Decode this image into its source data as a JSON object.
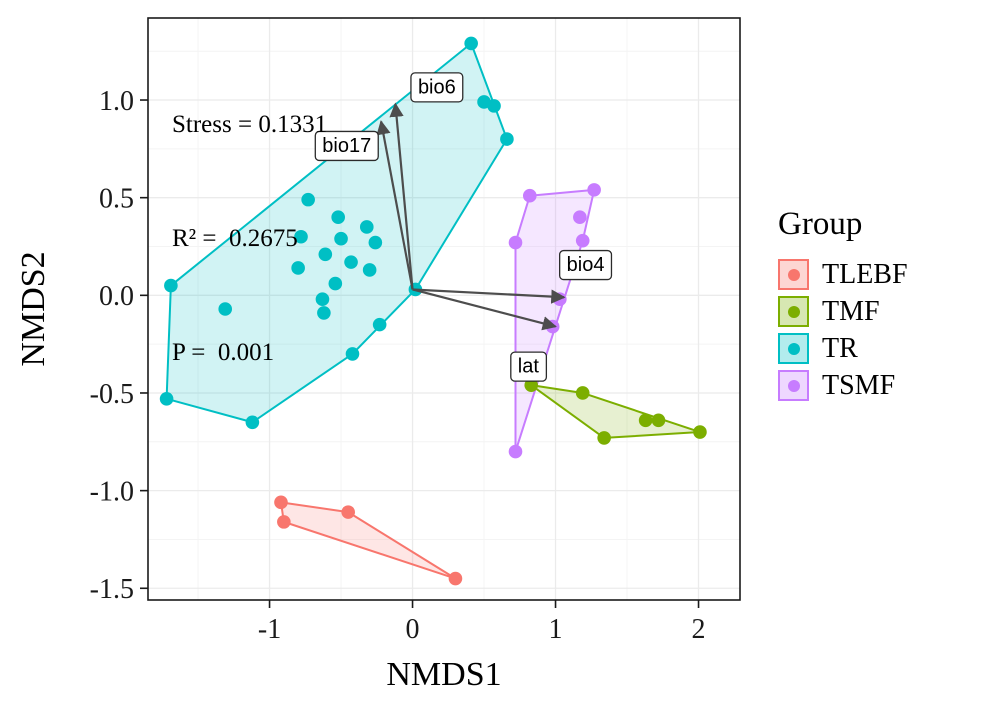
{
  "chart_data": {
    "type": "scatter",
    "title": "",
    "xlabel": "NMDS1",
    "ylabel": "NMDS2",
    "xlim": [
      -1.85,
      2.29
    ],
    "ylim": [
      -1.56,
      1.42
    ],
    "xticks": [
      -1,
      0,
      1,
      2
    ],
    "xtick_labels": [
      "-1",
      "0",
      "1",
      "2"
    ],
    "yticks": [
      -1.5,
      -1.0,
      -0.5,
      0.0,
      0.5,
      1.0
    ],
    "ytick_labels": [
      "-1.5",
      "-1.0",
      "-0.5",
      "0.0",
      "0.5",
      "1.0"
    ],
    "grid": true,
    "legend": {
      "title": "Group",
      "position": "right"
    },
    "annotations": {
      "stress": "Stress = 0.1331",
      "r2": "R² =  0.2675",
      "p": "P =  0.001"
    },
    "vector_color": "#4d4d4d",
    "vector_origin": [
      0,
      0.03
    ],
    "vectors": [
      {
        "label": "bio6",
        "x": -0.12,
        "y": 0.98,
        "label_pos": [
          0.17,
          1.07
        ]
      },
      {
        "label": "bio17",
        "x": -0.22,
        "y": 0.89,
        "label_pos": [
          -0.46,
          0.77
        ]
      },
      {
        "label": "bio4",
        "x": 1.06,
        "y": -0.01,
        "label_pos": [
          1.21,
          0.16
        ]
      },
      {
        "label": "lat",
        "x": 1.0,
        "y": -0.16,
        "label_pos": [
          0.81,
          -0.36
        ]
      }
    ],
    "groups": [
      {
        "name": "TLEBF",
        "color": "#F8766D",
        "points": [
          [
            -0.92,
            -1.06
          ],
          [
            -0.9,
            -1.16
          ],
          [
            -0.45,
            -1.11
          ],
          [
            0.3,
            -1.45
          ]
        ],
        "hull": [
          [
            -0.92,
            -1.06
          ],
          [
            -0.45,
            -1.11
          ],
          [
            0.3,
            -1.45
          ],
          [
            -0.9,
            -1.16
          ]
        ]
      },
      {
        "name": "TMF",
        "color": "#7CAE00",
        "points": [
          [
            0.83,
            -0.46
          ],
          [
            1.19,
            -0.5
          ],
          [
            1.34,
            -0.73
          ],
          [
            1.63,
            -0.64
          ],
          [
            1.72,
            -0.64
          ],
          [
            2.01,
            -0.7
          ]
        ],
        "hull": [
          [
            0.83,
            -0.46
          ],
          [
            1.19,
            -0.5
          ],
          [
            2.01,
            -0.7
          ],
          [
            1.34,
            -0.73
          ]
        ]
      },
      {
        "name": "TR",
        "color": "#00BFC4",
        "points": [
          [
            0.41,
            1.29
          ],
          [
            0.5,
            0.99
          ],
          [
            0.57,
            0.97
          ],
          [
            0.66,
            0.8
          ],
          [
            -0.73,
            0.49
          ],
          [
            -0.52,
            0.4
          ],
          [
            -0.32,
            0.35
          ],
          [
            -0.78,
            0.3
          ],
          [
            -0.5,
            0.29
          ],
          [
            -0.26,
            0.27
          ],
          [
            -0.61,
            0.21
          ],
          [
            -0.43,
            0.17
          ],
          [
            -0.8,
            0.14
          ],
          [
            -0.3,
            0.13
          ],
          [
            -0.54,
            0.06
          ],
          [
            0.02,
            0.03
          ],
          [
            -0.63,
            -0.02
          ],
          [
            -0.62,
            -0.09
          ],
          [
            -1.31,
            -0.07
          ],
          [
            -1.69,
            0.05
          ],
          [
            -0.23,
            -0.15
          ],
          [
            -0.42,
            -0.3
          ],
          [
            -1.72,
            -0.53
          ],
          [
            -1.12,
            -0.65
          ]
        ],
        "hull": [
          [
            0.41,
            1.29
          ],
          [
            0.66,
            0.8
          ],
          [
            0.02,
            0.03
          ],
          [
            -0.42,
            -0.3
          ],
          [
            -1.12,
            -0.65
          ],
          [
            -1.72,
            -0.53
          ],
          [
            -1.69,
            0.05
          ]
        ]
      },
      {
        "name": "TSMF",
        "color": "#C77CFF",
        "points": [
          [
            0.82,
            0.51
          ],
          [
            1.27,
            0.54
          ],
          [
            1.17,
            0.4
          ],
          [
            1.19,
            0.28
          ],
          [
            0.72,
            0.27
          ],
          [
            1.03,
            -0.02
          ],
          [
            0.98,
            -0.16
          ],
          [
            0.72,
            -0.8
          ]
        ],
        "hull": [
          [
            0.82,
            0.51
          ],
          [
            1.27,
            0.54
          ],
          [
            1.19,
            0.28
          ],
          [
            0.72,
            -0.8
          ],
          [
            0.72,
            0.27
          ]
        ]
      }
    ]
  }
}
